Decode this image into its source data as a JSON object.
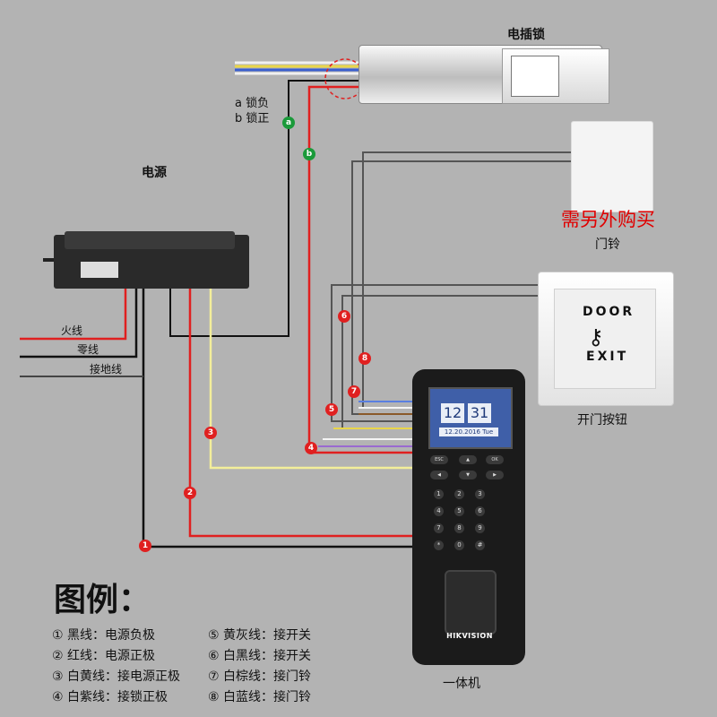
{
  "devices": {
    "lock_title": "电插锁",
    "psu_title": "电源",
    "bell_note": "需另外购买",
    "bell_title": "门铃",
    "exit_title": "开门按钮",
    "exit_door": "DOOR",
    "exit_exit": "EXIT",
    "terminal_title": "一体机",
    "brand": "HIKVISION",
    "screen_hour": "12",
    "screen_min": "31",
    "screen_date": "12.20.2016 Tue"
  },
  "lock_labels": {
    "a": "a 锁负",
    "b": "b 锁正"
  },
  "mains": {
    "live": "火线",
    "neutral": "零线",
    "ground": "接地线"
  },
  "markers": [
    "1",
    "2",
    "3",
    "4",
    "5",
    "6",
    "7",
    "8",
    "a",
    "b"
  ],
  "keypad": {
    "function_keys": [
      "ESC",
      "▲",
      "OK",
      "◀",
      "▼",
      "▶"
    ],
    "digits": [
      "1",
      "2",
      "3",
      "4",
      "5",
      "6",
      "7",
      "8",
      "9",
      "*",
      "0",
      "#"
    ]
  },
  "legend": {
    "title": "图例：",
    "items": [
      "① 黑线：电源负极",
      "② 红线：电源正极",
      "③ 白黄线：接电源正极",
      "④ 白紫线：接锁正极",
      "⑤ 黄灰线：接开关",
      "⑥ 白黑线：接开关",
      "⑦ 白棕线：接门铃",
      "⑧ 白蓝线：接门铃"
    ]
  },
  "colors": {
    "black_wire": "#111111",
    "red_wire": "#e02020",
    "background": "#b3b3b3",
    "note_red": "#e00000"
  }
}
